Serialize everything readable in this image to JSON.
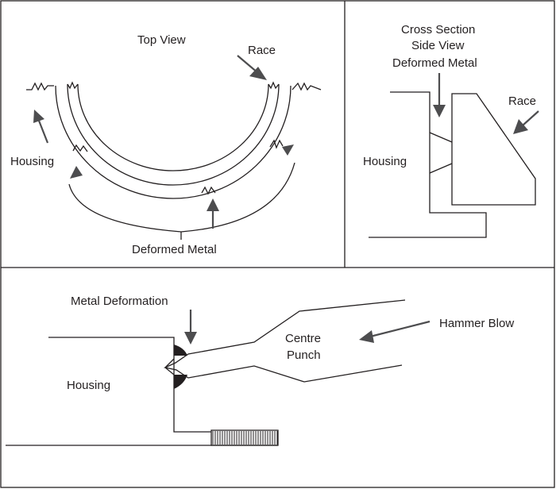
{
  "top_view": {
    "title": "Top View",
    "race_label": "Race",
    "housing_label": "Housing",
    "deformed_metal_label": "Deformed Metal"
  },
  "side_view": {
    "title_line1": "Cross Section",
    "title_line2": "Side View",
    "title_line3": "Deformed Metal",
    "race_label": "Race",
    "housing_label": "Housing"
  },
  "bottom_view": {
    "metal_deformation_label": "Metal Deformation",
    "hammer_blow_label": "Hammer Blow",
    "centre_label": "Centre",
    "punch_label": "Punch",
    "housing_label": "Housing"
  },
  "colors": {
    "line": "#231f20",
    "arrow": "#4d4d4f",
    "background": "#ffffff"
  }
}
